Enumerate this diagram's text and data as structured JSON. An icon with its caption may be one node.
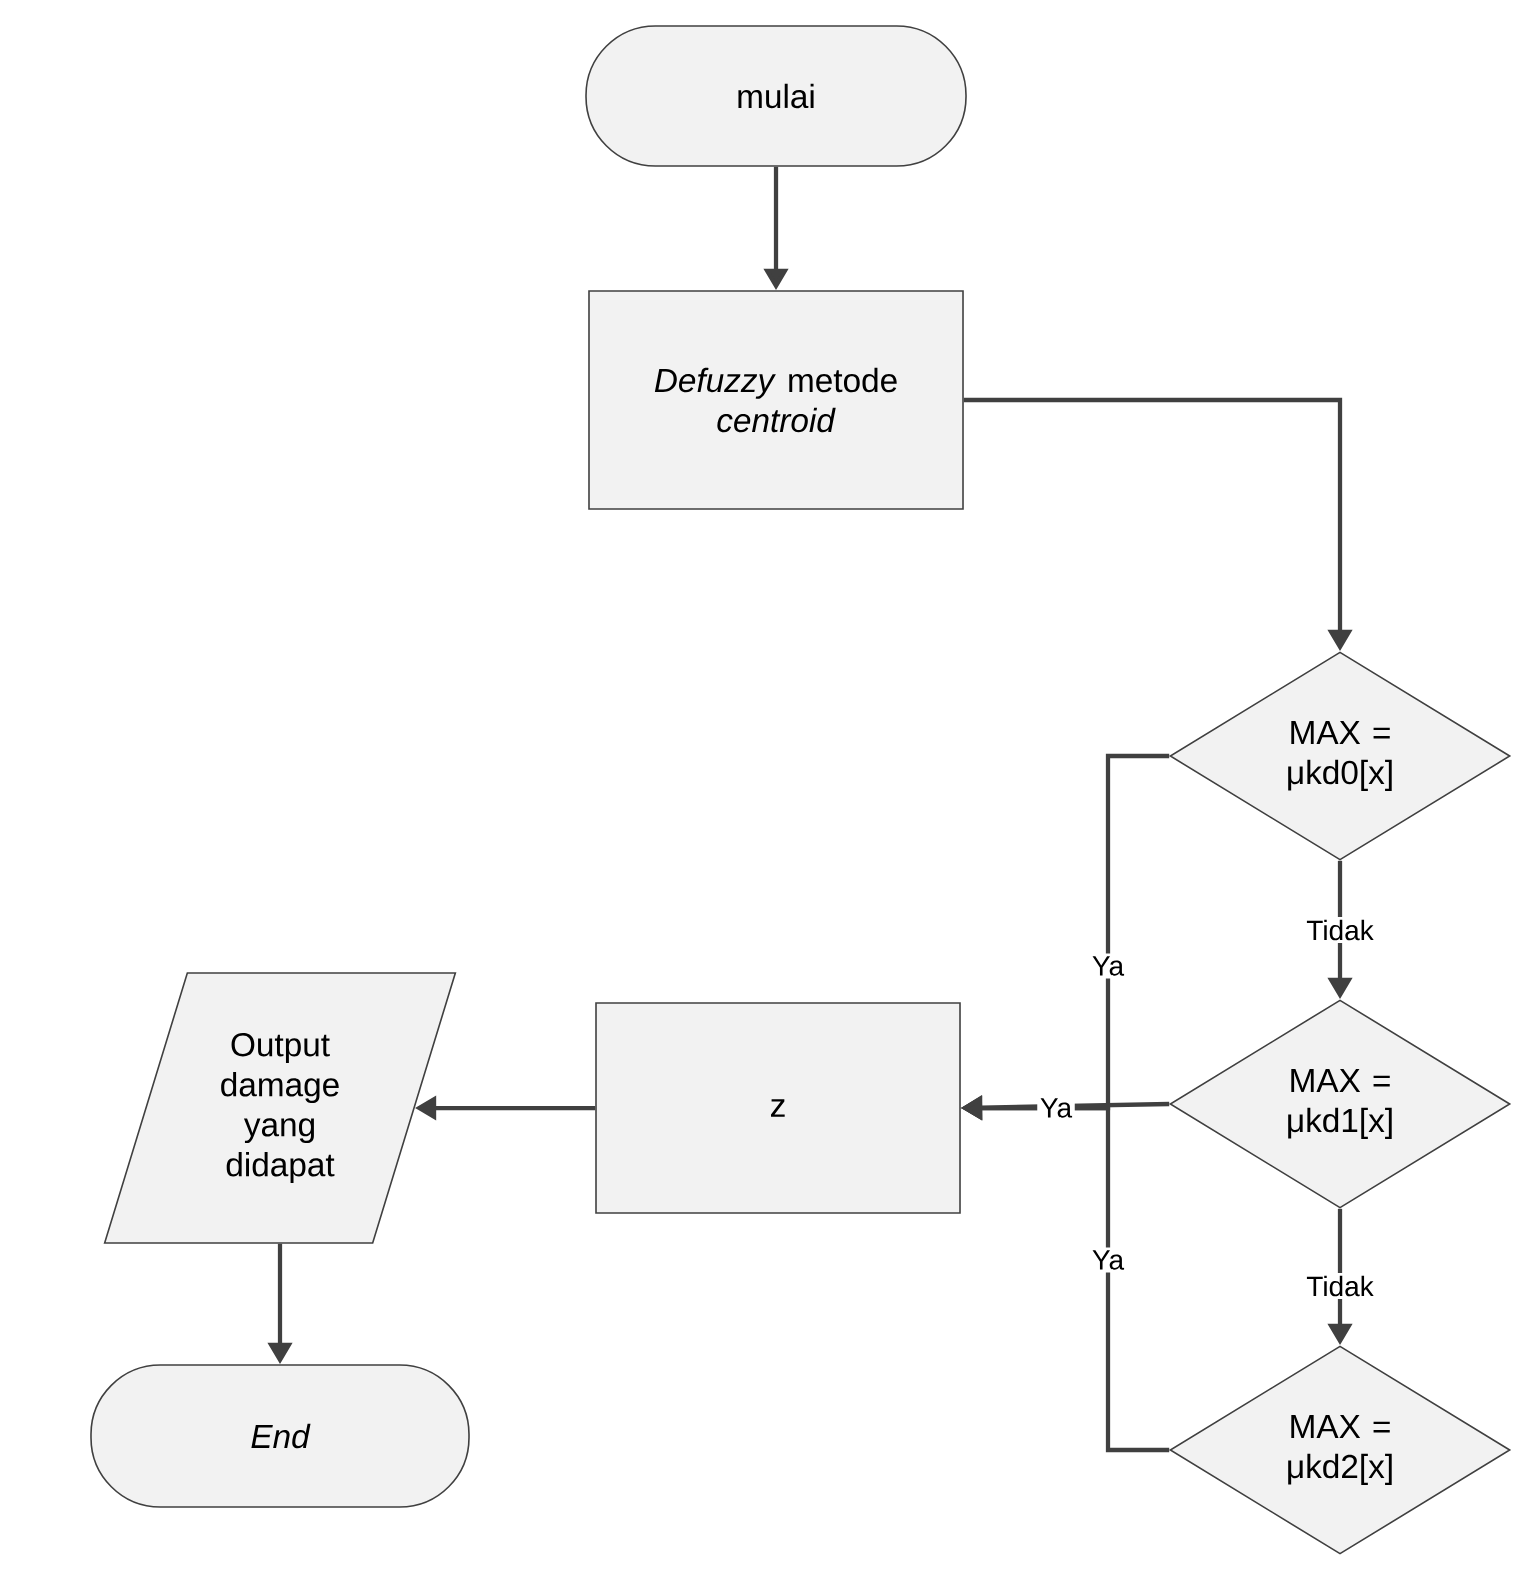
{
  "diagram": {
    "nodes": [
      {
        "text": [
          "mulai"
        ]
      },
      {
        "text": [
          "*Defuzzy* metode *centroid*"
        ]
      },
      {
        "text": [
          "MAX = μkd0[x]"
        ]
      },
      {
        "text": [
          "MAX = μkd1[x]"
        ]
      },
      {
        "text": [
          "MAX = μkd2[x]"
        ]
      },
      {
        "text": [
          "z"
        ]
      },
      {
        "text": [
          "Output damage yang didapat"
        ]
      },
      {
        "text": [
          "End"
        ]
      }
    ],
    "edges": [
      {
        "from": 0,
        "to": 1,
        "arrow": "to"
      },
      {
        "from": 1,
        "to": 2,
        "arrow": "to"
      },
      {
        "from": 2,
        "to": 3,
        "arrow": "to",
        "label": "Tidak"
      },
      {
        "from": 3,
        "to": 4,
        "arrow": "to",
        "label": "Tidak"
      },
      {
        "from": 2,
        "to": 5,
        "arrow": "to",
        "label": "Ya"
      },
      {
        "from": 3,
        "to": 5,
        "arrow": "to",
        "label": "Ya"
      },
      {
        "from": 4,
        "to": 5,
        "arrow": "to",
        "label": "Ya"
      },
      {
        "from": 5,
        "to": 6,
        "arrow": "to"
      },
      {
        "from": 6,
        "to": 7,
        "arrow": "to"
      }
    ]
  }
}
